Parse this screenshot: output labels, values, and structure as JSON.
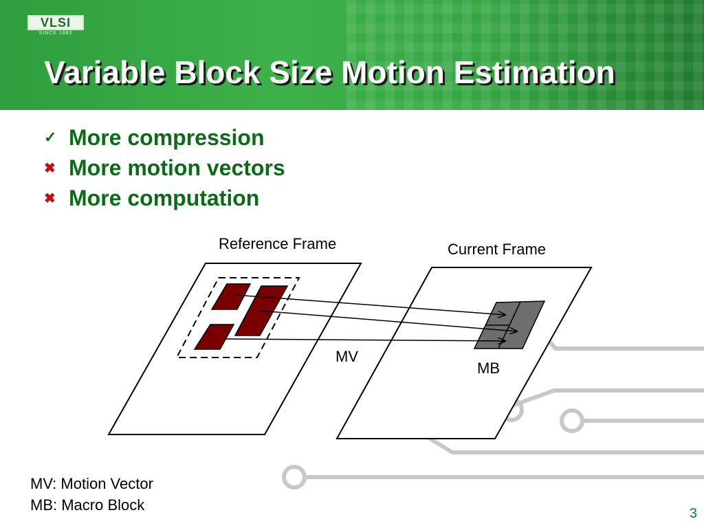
{
  "header": {
    "logo_text": "VLSI",
    "logo_sub": "SINCE 1983",
    "title": "Variable Block Size Motion Estimation"
  },
  "bullets": [
    {
      "mark": "check",
      "text": "More compression"
    },
    {
      "mark": "cross",
      "text": "More motion vectors"
    },
    {
      "mark": "cross",
      "text": "More computation"
    }
  ],
  "diagram": {
    "reference_frame_label": "Reference Frame",
    "current_frame_label": "Current Frame",
    "mv_label": "MV",
    "mb_label": "MB"
  },
  "legend": {
    "mv": "MV: Motion Vector",
    "mb": "MB: Macro Block"
  },
  "page_number": "3",
  "colors": {
    "header_green": "#3db14a",
    "bullet_text": "#0c6a18",
    "cross_red": "#c01010",
    "block_dark_red": "#7a0000",
    "macro_block_gray": "#6e6e6e",
    "circuit_gray": "#c8c8c8"
  }
}
